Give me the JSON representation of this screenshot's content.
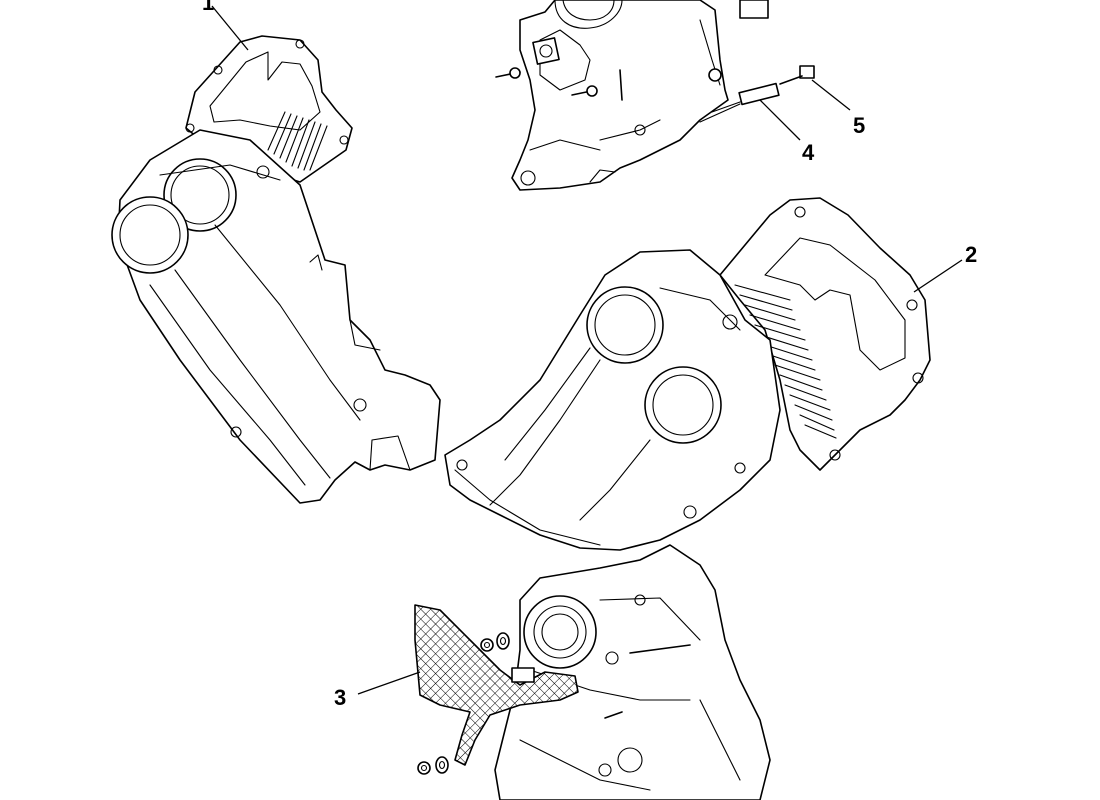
{
  "callouts": [
    {
      "id": "1",
      "label": "1"
    },
    {
      "id": "2",
      "label": "2"
    },
    {
      "id": "3",
      "label": "3"
    },
    {
      "id": "4",
      "label": "4"
    },
    {
      "id": "5",
      "label": "5"
    }
  ],
  "colors": {
    "line": "#000000",
    "background": "#ffffff",
    "mesh": "#000000"
  }
}
